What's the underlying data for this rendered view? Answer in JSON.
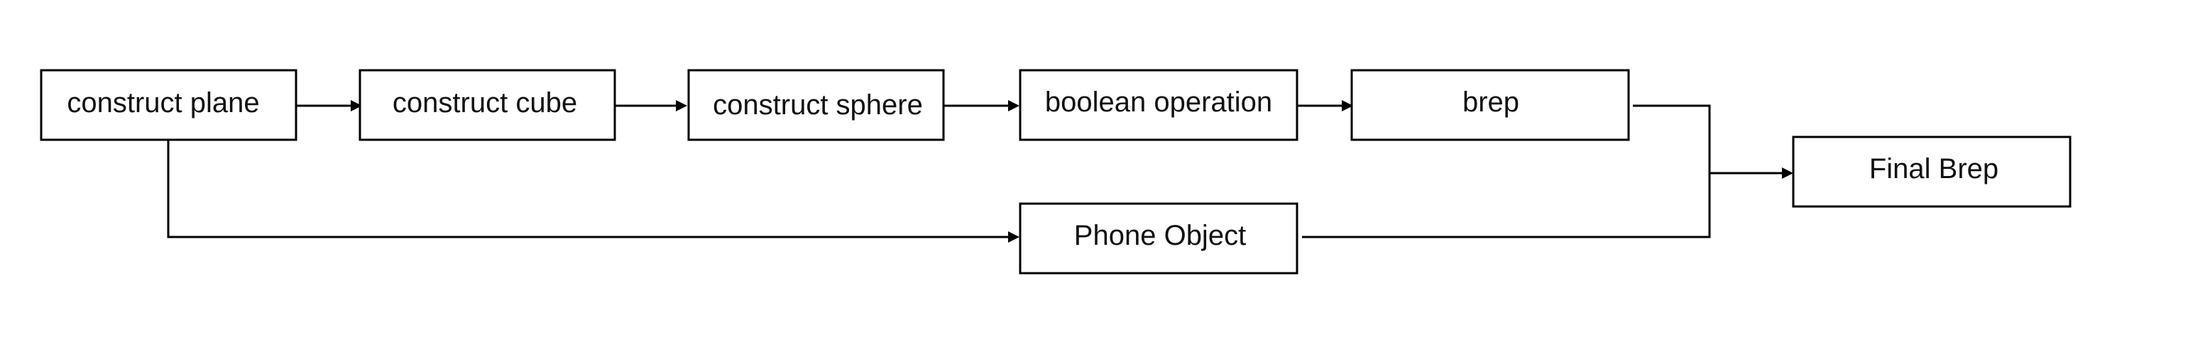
{
  "diagram": {
    "nodes": {
      "construct_plane": "construct plane",
      "construct_cube": "construct cube",
      "construct_sphere": "construct sphere",
      "boolean_operation": "boolean operation",
      "brep": "brep",
      "phone_object": "Phone Object",
      "final_brep": "Final Brep"
    },
    "edges": [
      {
        "from": "construct plane",
        "to": "construct cube"
      },
      {
        "from": "construct cube",
        "to": "construct sphere"
      },
      {
        "from": "construct sphere",
        "to": "boolean operation"
      },
      {
        "from": "boolean operation",
        "to": "brep"
      },
      {
        "from": "construct plane",
        "to": "Phone Object"
      },
      {
        "from": "brep",
        "to": "Final Brep"
      },
      {
        "from": "Phone Object",
        "to": "Final Brep"
      }
    ],
    "colors": {
      "line": "#000000",
      "box_fill": "#ffffff",
      "text": "#111111"
    }
  }
}
